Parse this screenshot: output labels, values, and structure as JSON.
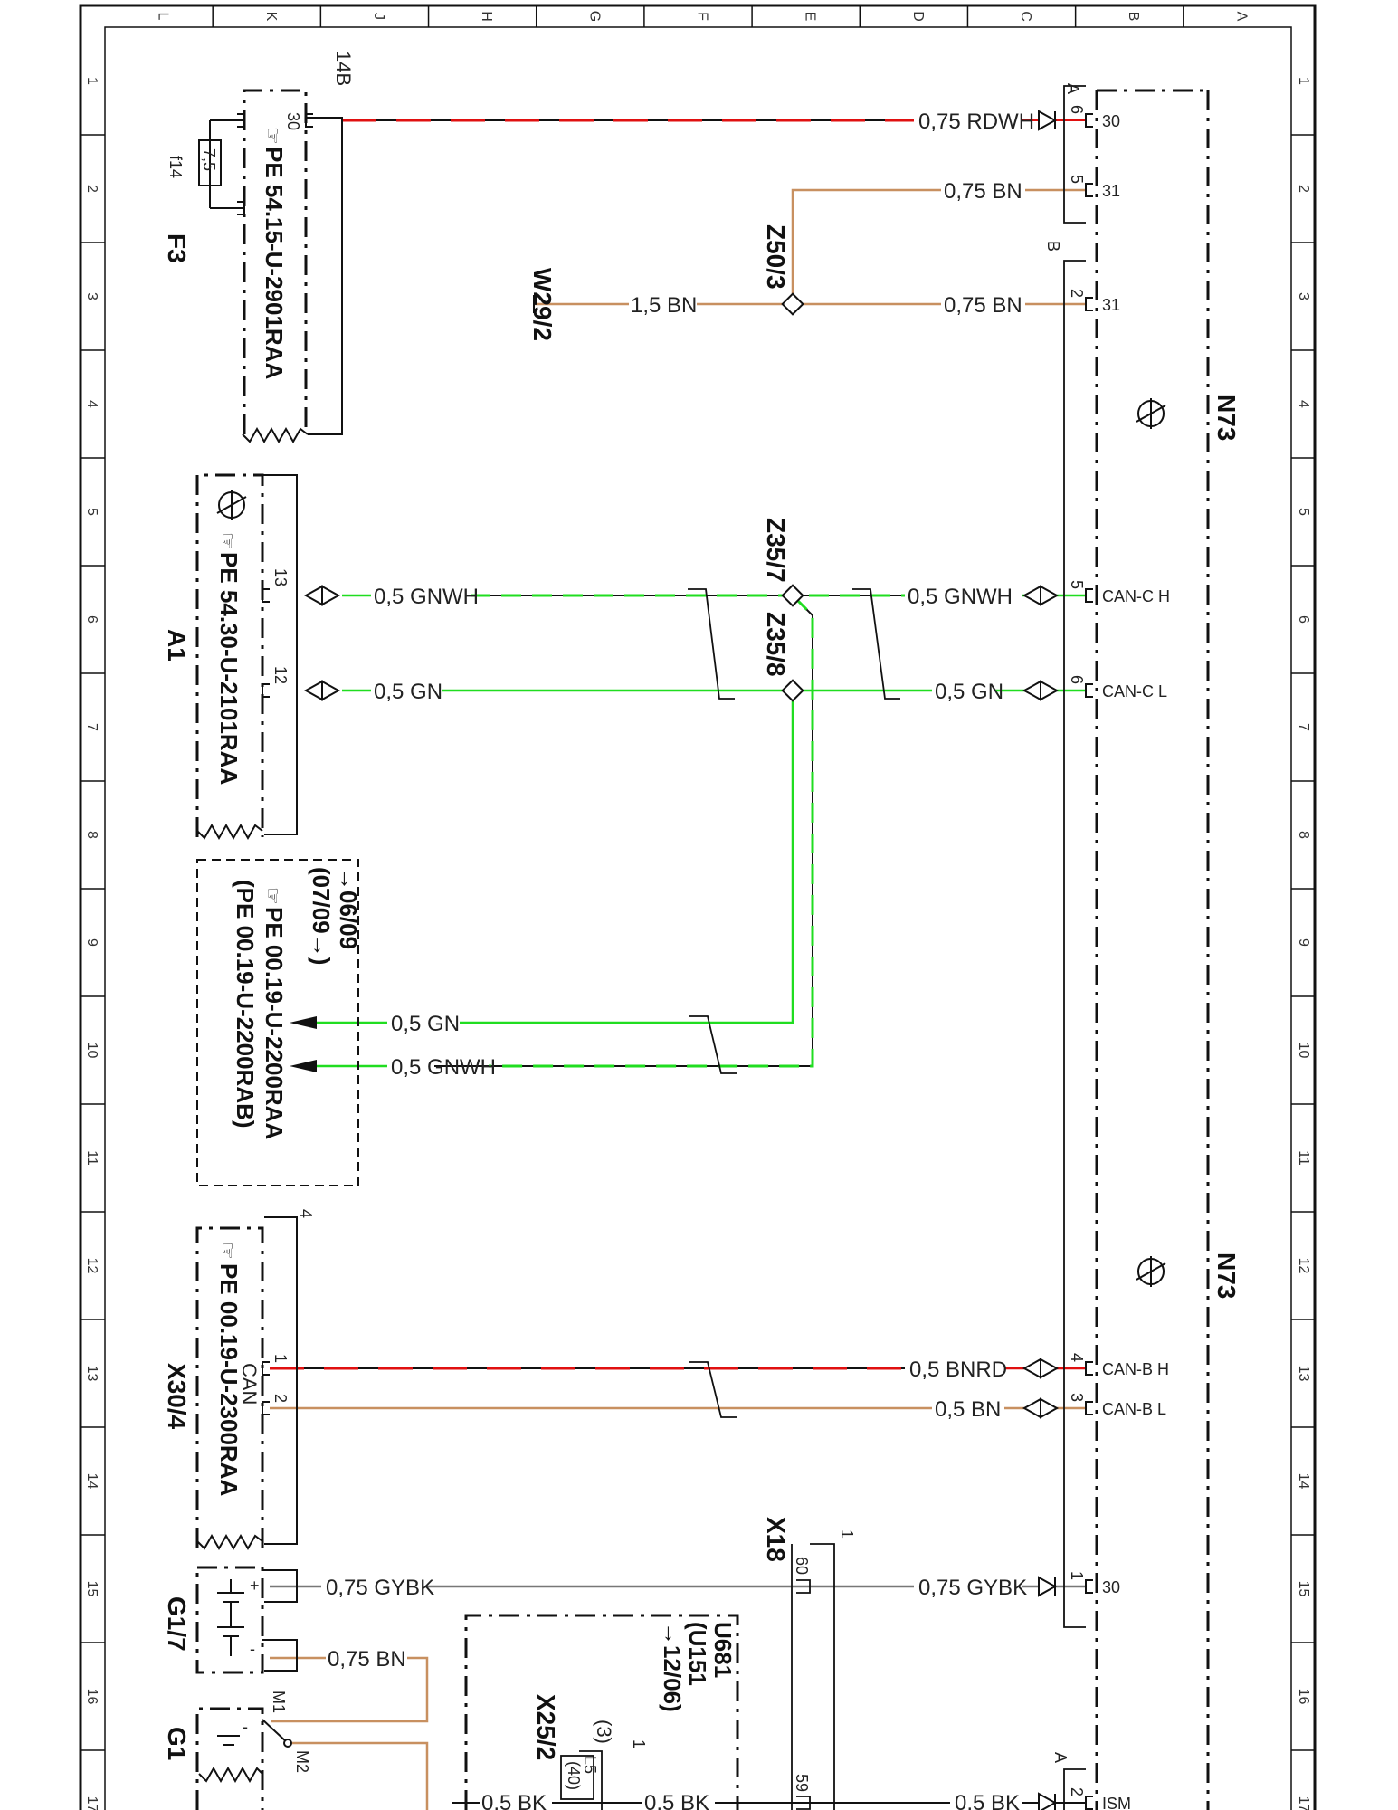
{
  "colors": {
    "frame": "#111111",
    "rdwh_red": "#e01010",
    "bn_brown": "#c89060",
    "gn_green": "#20dd20",
    "gybk_gray": "#777777",
    "black": "#111111"
  },
  "grid": {
    "columns": [
      "L",
      "K",
      "J",
      "H",
      "G",
      "F",
      "E",
      "D",
      "C",
      "B",
      "A"
    ],
    "rows": [
      "1",
      "2",
      "3",
      "4",
      "5",
      "6",
      "7",
      "8",
      "9",
      "10",
      "11",
      "12",
      "13",
      "14",
      "15",
      "16",
      "17"
    ]
  },
  "components": {
    "f3": {
      "name": "F3",
      "ref": "PE 54.15-U-2901RAA",
      "top_tag": "14B",
      "pin": "30",
      "fuse_id": "f14",
      "fuse_value": "7,5"
    },
    "a1": {
      "name": "A1",
      "ref": "PE 54.30-U-2101RAA",
      "pin_h": "13",
      "pin_l": "12"
    },
    "bus_note": {
      "line1": "→06/09",
      "line2": "(07/09→)",
      "ref1": "PE 00.19-U-2200RAA",
      "ref2": "(PE 00.19-U-2200RAB)"
    },
    "x30_4": {
      "name": "X30/4",
      "ref": "PE 00.19-U-2300RAA",
      "sub": "CAN",
      "top_tag": "4",
      "pin1": "1",
      "pin2": "2"
    },
    "g1_7": {
      "name": "G1/7",
      "plus": "+",
      "minus": "-"
    },
    "g1": {
      "name": "G1",
      "m1": "M1",
      "m2": "M2",
      "minus": "-"
    },
    "x25_2": {
      "name": "X25/2",
      "tag_a": "(3)",
      "tag_b": "1",
      "tag_c": "(40)",
      "tag_d": "L5"
    },
    "u681": {
      "line1": "U681",
      "line2": "(U151",
      "line3": "→12/06)"
    },
    "x18": {
      "name": "X18",
      "top_tag": "1",
      "pin_60": "60",
      "pin_59": "59"
    },
    "w29_2": {
      "name": "W29/2"
    },
    "z50_3": {
      "name": "Z50/3"
    },
    "z35_7": {
      "name": "Z35/7"
    },
    "z35_8": {
      "name": "Z35/8"
    },
    "n73": {
      "name": "N73",
      "conn_a": "A",
      "conn_b": "B",
      "conn_a2": "A",
      "pins": [
        {
          "num": "6",
          "label": "30"
        },
        {
          "num": "5",
          "label": "31"
        },
        {
          "num": "2",
          "label": "31"
        },
        {
          "num": "5",
          "label": "CAN-C H"
        },
        {
          "num": "6",
          "label": "CAN-C L"
        },
        {
          "num": "4",
          "label": "CAN-B H"
        },
        {
          "num": "3",
          "label": "CAN-B L"
        },
        {
          "num": "1",
          "label": "30"
        },
        {
          "num": "2",
          "label": "ISM"
        }
      ]
    }
  },
  "wires": {
    "w1": "0,75 RDWH",
    "w2": "0,75 BN",
    "w3a": "1,5 BN",
    "w3b": "0,75 BN",
    "w6l": "0,5 GNWH",
    "w6r": "0,5 GNWH",
    "w7l": "0,5 GN",
    "w7r": "0,5 GN",
    "w10a": "0,5 GN",
    "w10b": "0,5 GNWH",
    "w13a": "0,5 BNRD",
    "w13b": "0,5 BN",
    "w15l": "0,75 GYBK",
    "w15r": "0,75 GYBK",
    "w16": "0,75 BN",
    "w17a": "0,5 BK",
    "w17b": "0,5 BK",
    "w17c": "0,5 BK"
  }
}
